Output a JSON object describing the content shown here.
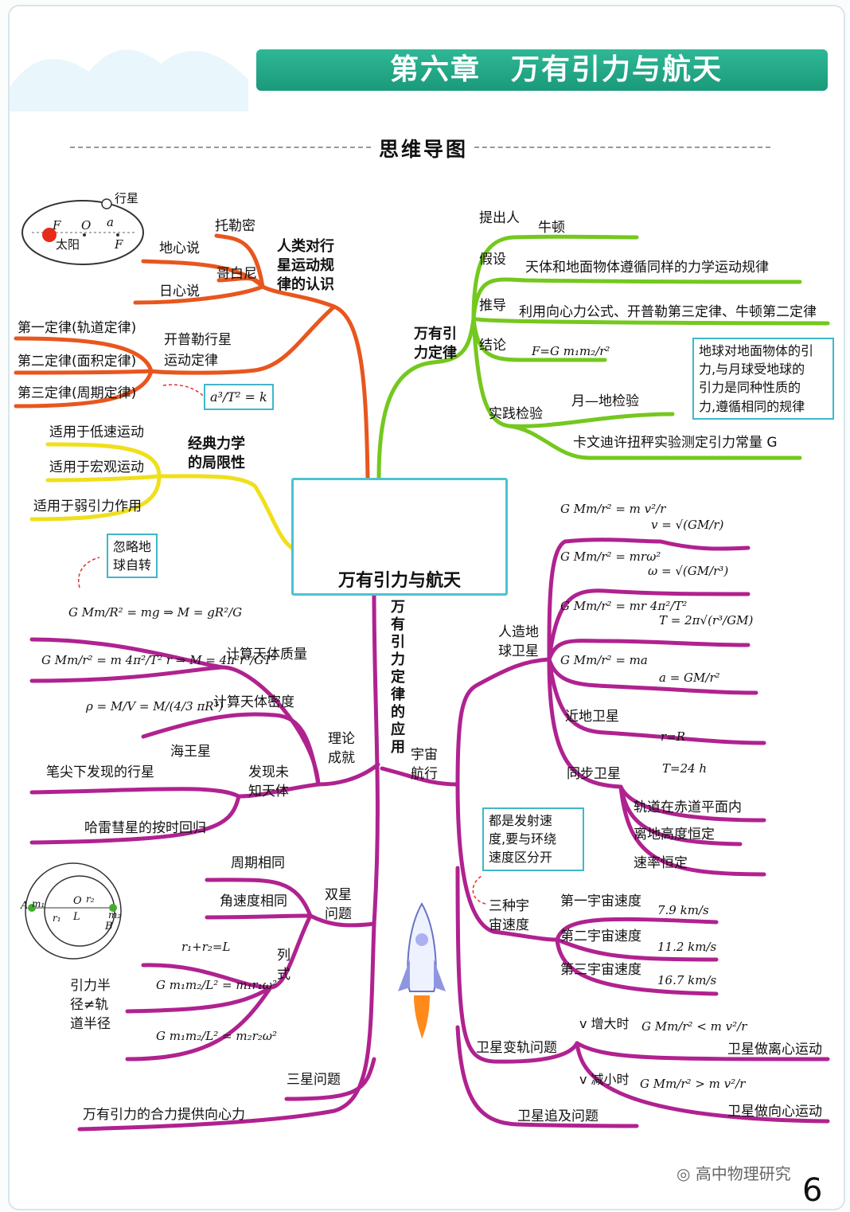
{
  "header": {
    "chapter": "第六章　万有引力与航天",
    "subtitle": "思维导图"
  },
  "center": {
    "label": "万有引力与航天"
  },
  "history": {
    "title": "人类对行星运动规律的认识",
    "title_lines": [
      "人类对行",
      "星运动规",
      "律的认识"
    ],
    "diagram": {
      "planet": "行星",
      "sun": "太阳",
      "F": "F",
      "O": "O",
      "a": "a"
    },
    "ptolemy": "托勒密",
    "geocentric": "地心说",
    "copernicus": "哥白尼",
    "heliocentric": "日心说",
    "kepler": "开普勒行星运动定律",
    "kepler_lines": [
      "开普勒行星",
      "运动定律"
    ],
    "law1": "第一定律(轨道定律)",
    "law2": "第二定律(面积定律)",
    "law3": "第三定律(周期定律)",
    "law3_formula": "a³/T² = k"
  },
  "classical": {
    "title_lines": [
      "经典力学",
      "的局限性"
    ],
    "items": [
      "适用于低速运动",
      "适用于宏观运动",
      "适用于弱引力作用"
    ]
  },
  "gravity_law": {
    "title_lines": [
      "万有引",
      "力定律"
    ],
    "proposer": "提出人",
    "newton": "牛顿",
    "hypothesis": "假设",
    "hypothesis_text": "天体和地面物体遵循同样的力学运动规律",
    "derivation": "推导",
    "derivation_text": "利用向心力公式、开普勒第三定律、牛顿第二定律",
    "conclusion": "结论",
    "conclusion_formula": "F=G m₁m₂/r²",
    "note": "地球对地面物体的引力,与月球受地球的引力是同种性质的力,遵循相同的规律",
    "note_lines": [
      "地球对地面物体的引",
      "力,与月球受地球的",
      "引力是同种性质的",
      "力,遵循相同的规律"
    ],
    "practice": "实践检验",
    "moon_earth": "月—地检验",
    "cavendish": "卡文迪许扭秤实验测定引力常量 G"
  },
  "application": {
    "title_chars": [
      "万",
      "有",
      "引",
      "力",
      "定",
      "律",
      "的",
      "应",
      "用"
    ]
  },
  "theory": {
    "title_lines": [
      "理论",
      "成就"
    ],
    "ignore_note_lines": [
      "忽略地",
      "球自转"
    ],
    "gR2": "G Mm/R² = mg ⇒ M = gR²/G",
    "mass": "计算天体质量",
    "mass_formula": "G Mm/r² = m 4π²/T² r ⇒ M = 4π²r³/GT²",
    "density": "计算天体密度",
    "density_formula": "ρ = M/V = M/(4/3 πR³)",
    "discover_lines": [
      "发现未",
      "知天体"
    ],
    "neptune": "海王星",
    "pen_planet": "笔尖下发现的行星",
    "halley": "哈雷彗星的按时回归"
  },
  "binary": {
    "title_lines": [
      "双星",
      "问题"
    ],
    "same_period": "周期相同",
    "same_omega": "角速度相同",
    "equation_lines": [
      "列",
      "式"
    ],
    "r_sum": "r₁+r₂=L",
    "eq1": "G m₁m₂/L² = m₁r₁ω²",
    "eq2": "G m₁m₂/L² = m₂r₂ω²",
    "radius_note_lines": [
      "引力半",
      "径≠轨",
      "道半径"
    ],
    "diagram": {
      "A": "A",
      "B": "B",
      "O": "O",
      "L": "L",
      "m1": "m₁",
      "m2": "m₂",
      "r1": "r₁",
      "r2": "r₂"
    },
    "triple": "三星问题",
    "triple_text": "万有引力的合力提供向心力"
  },
  "space": {
    "title_lines": [
      "宇宙",
      "航行"
    ],
    "satellite_lines": [
      "人造地",
      "球卫星"
    ],
    "f_v": "G Mm/r² = m v²/r",
    "r_v": "v = √(GM/r)",
    "f_w": "G Mm/r² = mrω²",
    "r_w": "ω = √(GM/r³)",
    "f_T": "G Mm/r² = mr 4π²/T²",
    "r_T": "T = 2π√(r³/GM)",
    "f_a": "G Mm/r² = ma",
    "r_a": "a = GM/r²",
    "near": "近地卫星",
    "near_r": "r=R",
    "geo": "同步卫星",
    "geo_T": "T=24 h",
    "geo_1": "轨道在赤道平面内",
    "geo_2": "离地高度恒定",
    "geo_3": "速率恒定",
    "launch_note_lines": [
      "都是发射速",
      "度,要与环绕",
      "速度区分开"
    ],
    "cosmic_lines": [
      "三种宇",
      "宙速度"
    ],
    "v1": "第一宇宙速度",
    "v1_val": "7.9 km/s",
    "v2": "第二宇宙速度",
    "v2_val": "11.2 km/s",
    "v3": "第三宇宙速度",
    "v3_val": "16.7 km/s",
    "orbit_change": "卫星变轨问题",
    "v_up": "v 增大时",
    "up_formula": "G Mm/r² < m v²/r",
    "up_result": "卫星做离心运动",
    "v_down": "v 减小时",
    "down_formula": "G Mm/r² > m v²/r",
    "down_result": "卫星做向心运动",
    "chase": "卫星追及问题"
  },
  "footer": {
    "watermark": "高中物理研究",
    "page_number": "6"
  },
  "colors": {
    "red": "#e8461e",
    "orange": "#f08a1c",
    "green": "#74c81e",
    "yellow": "#f4e21a",
    "magenta": "#b0228f",
    "banner": "#22a584",
    "note_border": "#3fb7c9"
  }
}
